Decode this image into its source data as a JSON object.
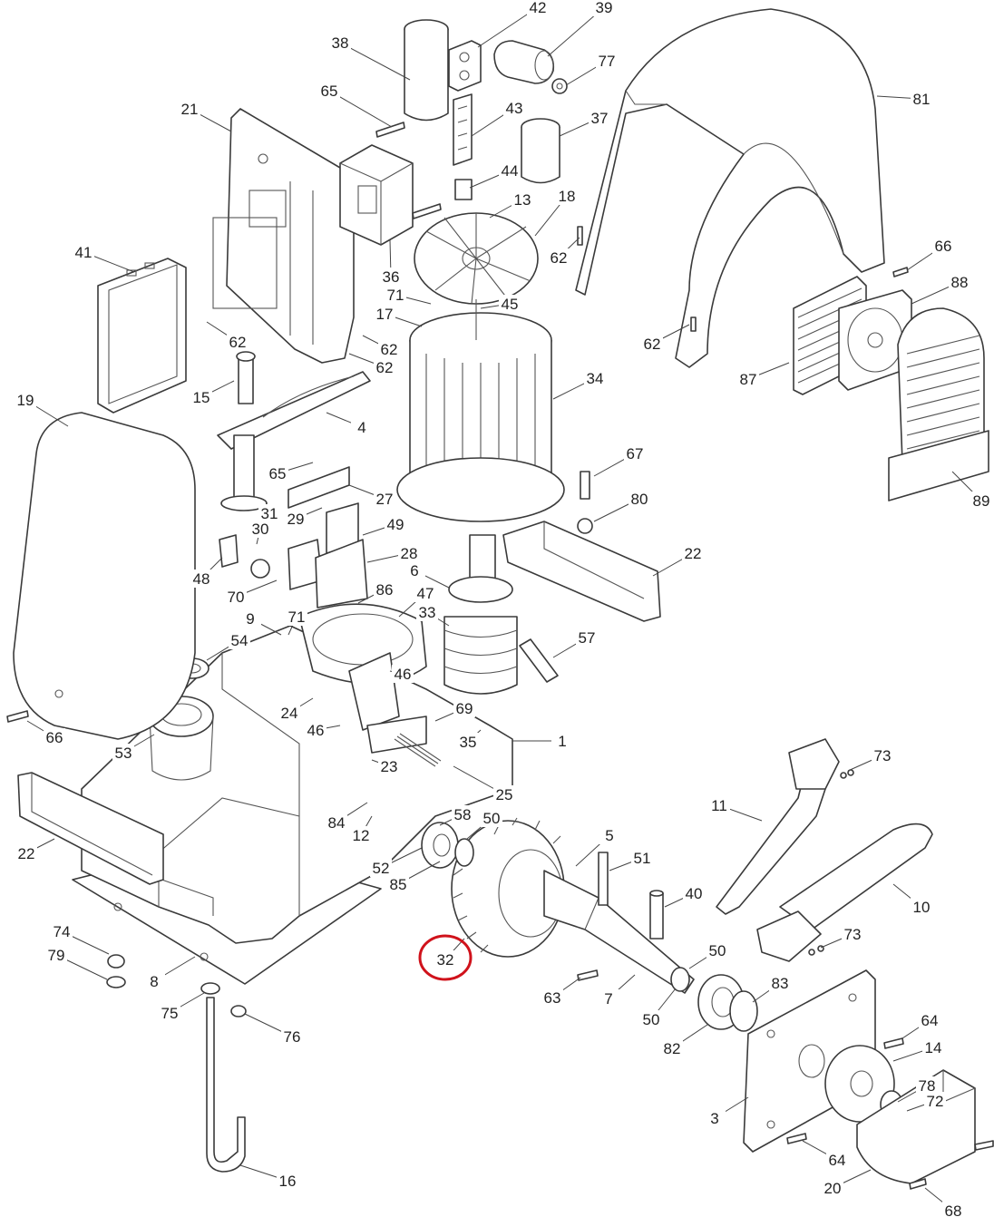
{
  "diagram": {
    "highlight_color": "#d0121b",
    "highlighted_part": "32",
    "callouts": [
      {
        "id": "c42",
        "label": "42"
      },
      {
        "id": "c39",
        "label": "39"
      },
      {
        "id": "c38",
        "label": "38"
      },
      {
        "id": "c77",
        "label": "77"
      },
      {
        "id": "c65a",
        "label": "65"
      },
      {
        "id": "c43",
        "label": "43"
      },
      {
        "id": "c81",
        "label": "81"
      },
      {
        "id": "c21",
        "label": "21"
      },
      {
        "id": "c37",
        "label": "37"
      },
      {
        "id": "c44",
        "label": "44"
      },
      {
        "id": "c13",
        "label": "13"
      },
      {
        "id": "c18",
        "label": "18"
      },
      {
        "id": "c62a",
        "label": "62"
      },
      {
        "id": "c66a",
        "label": "66"
      },
      {
        "id": "c41",
        "label": "41"
      },
      {
        "id": "c36",
        "label": "36"
      },
      {
        "id": "c71a",
        "label": "71"
      },
      {
        "id": "c45",
        "label": "45"
      },
      {
        "id": "c88",
        "label": "88"
      },
      {
        "id": "c17",
        "label": "17"
      },
      {
        "id": "c62b",
        "label": "62"
      },
      {
        "id": "c62c",
        "label": "62"
      },
      {
        "id": "c62d",
        "label": "62"
      },
      {
        "id": "c62e",
        "label": "62"
      },
      {
        "id": "c15",
        "label": "15"
      },
      {
        "id": "c34",
        "label": "34"
      },
      {
        "id": "c87",
        "label": "87"
      },
      {
        "id": "c19",
        "label": "19"
      },
      {
        "id": "c4",
        "label": "4"
      },
      {
        "id": "c67",
        "label": "67"
      },
      {
        "id": "c65b",
        "label": "65"
      },
      {
        "id": "c27",
        "label": "27"
      },
      {
        "id": "c80",
        "label": "80"
      },
      {
        "id": "c89",
        "label": "89"
      },
      {
        "id": "c31",
        "label": "31"
      },
      {
        "id": "c29",
        "label": "29"
      },
      {
        "id": "c49",
        "label": "49"
      },
      {
        "id": "c30",
        "label": "30"
      },
      {
        "id": "c22a",
        "label": "22"
      },
      {
        "id": "c28",
        "label": "28"
      },
      {
        "id": "c48",
        "label": "48"
      },
      {
        "id": "c6",
        "label": "6"
      },
      {
        "id": "c70",
        "label": "70"
      },
      {
        "id": "c86",
        "label": "86"
      },
      {
        "id": "c47",
        "label": "47"
      },
      {
        "id": "c9",
        "label": "9"
      },
      {
        "id": "c71b",
        "label": "71"
      },
      {
        "id": "c33",
        "label": "33"
      },
      {
        "id": "c57",
        "label": "57"
      },
      {
        "id": "c54",
        "label": "54"
      },
      {
        "id": "c46a",
        "label": "46"
      },
      {
        "id": "c24",
        "label": "24"
      },
      {
        "id": "c69",
        "label": "69"
      },
      {
        "id": "c66b",
        "label": "66"
      },
      {
        "id": "c46b",
        "label": "46"
      },
      {
        "id": "c53",
        "label": "53"
      },
      {
        "id": "c35",
        "label": "35"
      },
      {
        "id": "c1",
        "label": "1"
      },
      {
        "id": "c23",
        "label": "23"
      },
      {
        "id": "c73a",
        "label": "73"
      },
      {
        "id": "c25",
        "label": "25"
      },
      {
        "id": "c11",
        "label": "11"
      },
      {
        "id": "c84",
        "label": "84"
      },
      {
        "id": "c58",
        "label": "58"
      },
      {
        "id": "c50a",
        "label": "50"
      },
      {
        "id": "c12",
        "label": "12"
      },
      {
        "id": "c5",
        "label": "5"
      },
      {
        "id": "c22b",
        "label": "22"
      },
      {
        "id": "c51",
        "label": "51"
      },
      {
        "id": "c52",
        "label": "52"
      },
      {
        "id": "c85",
        "label": "85"
      },
      {
        "id": "c40",
        "label": "40"
      },
      {
        "id": "c10",
        "label": "10"
      },
      {
        "id": "c74",
        "label": "74"
      },
      {
        "id": "c73b",
        "label": "73"
      },
      {
        "id": "c32",
        "label": "32"
      },
      {
        "id": "c79",
        "label": "79"
      },
      {
        "id": "c50b",
        "label": "50"
      },
      {
        "id": "c8",
        "label": "8"
      },
      {
        "id": "c83",
        "label": "83"
      },
      {
        "id": "c63",
        "label": "63"
      },
      {
        "id": "c7",
        "label": "7"
      },
      {
        "id": "c75",
        "label": "75"
      },
      {
        "id": "c76",
        "label": "76"
      },
      {
        "id": "c50c",
        "label": "50"
      },
      {
        "id": "c64a",
        "label": "64"
      },
      {
        "id": "c82",
        "label": "82"
      },
      {
        "id": "c14",
        "label": "14"
      },
      {
        "id": "c78",
        "label": "78"
      },
      {
        "id": "c72",
        "label": "72"
      },
      {
        "id": "c3",
        "label": "3"
      },
      {
        "id": "c64b",
        "label": "64"
      },
      {
        "id": "c16",
        "label": "16"
      },
      {
        "id": "c20",
        "label": "20"
      },
      {
        "id": "c68",
        "label": "68"
      }
    ]
  }
}
